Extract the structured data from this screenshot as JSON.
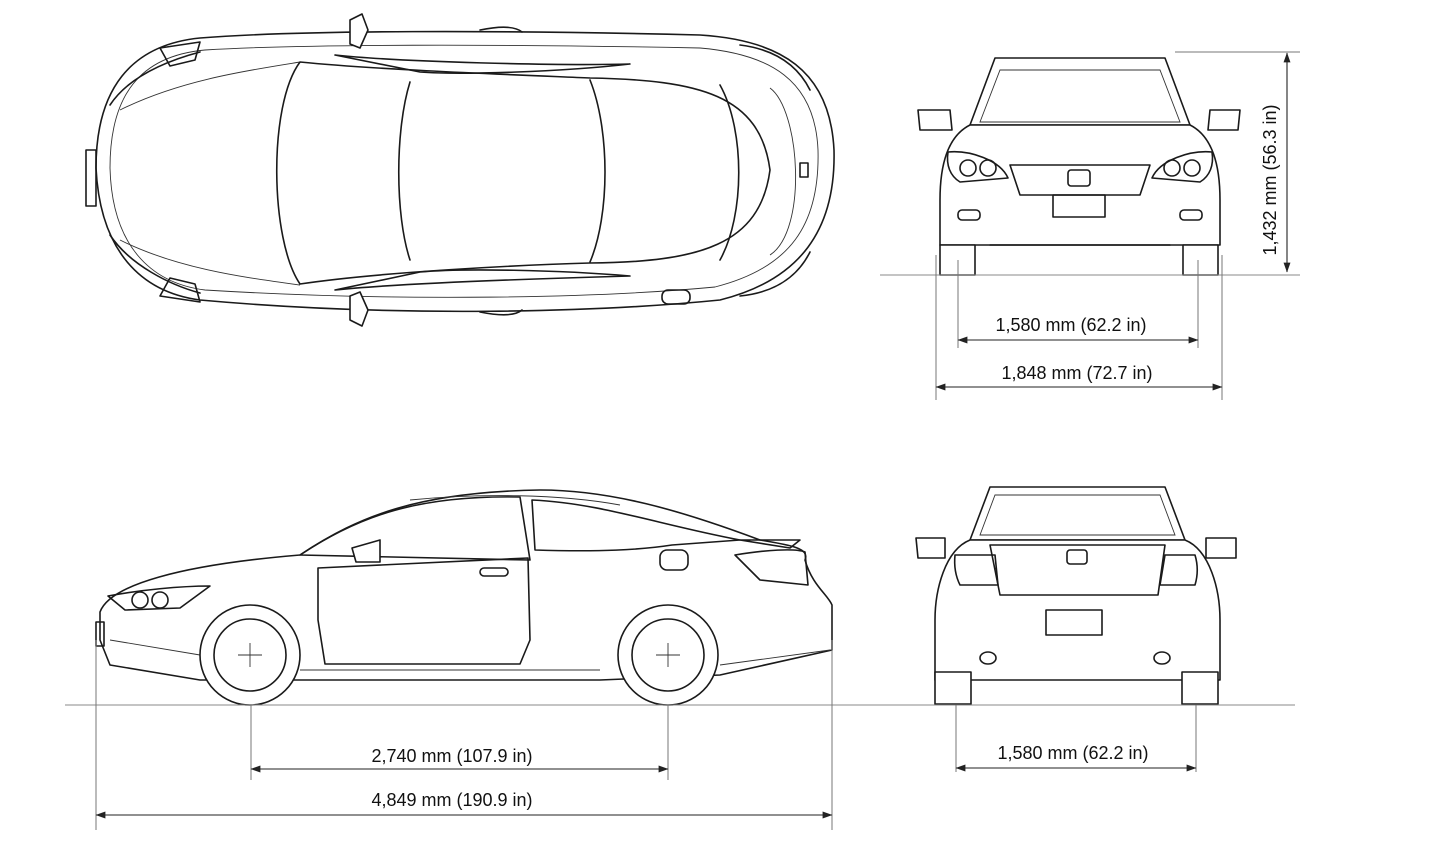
{
  "dimensions": {
    "front_track": "1,580 mm (62.2 in)",
    "overall_width": "1,848 mm (72.7 in)",
    "height": "1,432 mm (56.3 in)",
    "wheelbase": "2,740 mm (107.9 in)",
    "overall_length": "4,849 mm (190.9 in)",
    "rear_track": "1,580 mm (62.2 in)"
  }
}
